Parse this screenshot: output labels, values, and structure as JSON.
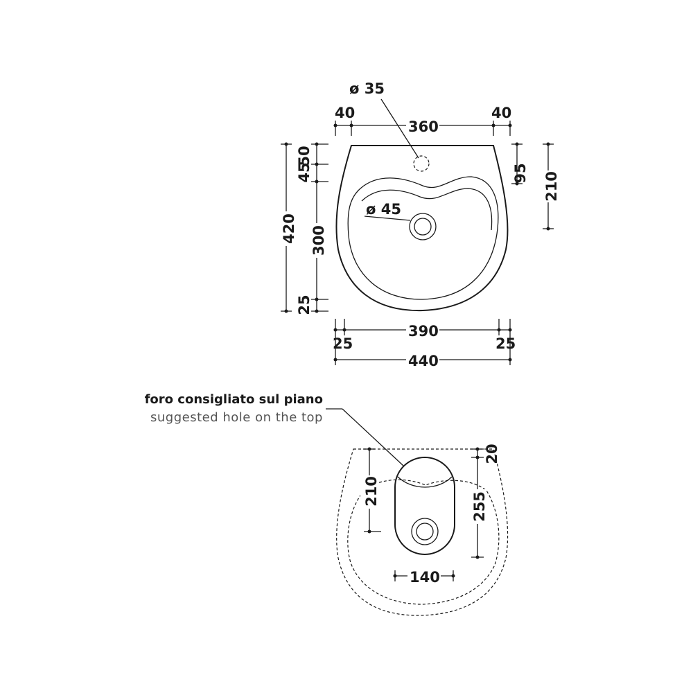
{
  "top_view": {
    "tap_hole": "ø 35",
    "drain_hole": "ø 45",
    "top_left_margin": "40",
    "top_center_width": "360",
    "top_right_margin": "40",
    "right_depth_95": "95",
    "right_depth_210": "210",
    "left_total_420": "420",
    "left_45": "45",
    "left_50": "50",
    "left_300": "300",
    "left_25": "25",
    "bottom_left_25": "25",
    "bottom_inner_390": "390",
    "bottom_right_25": "25",
    "bottom_total_440": "440"
  },
  "bottom_view": {
    "caption_it": "foro consigliato sul piano",
    "caption_en": "suggested hole on the top",
    "dim_210": "210",
    "dim_20": "20",
    "dim_255": "255",
    "dim_140": "140"
  }
}
